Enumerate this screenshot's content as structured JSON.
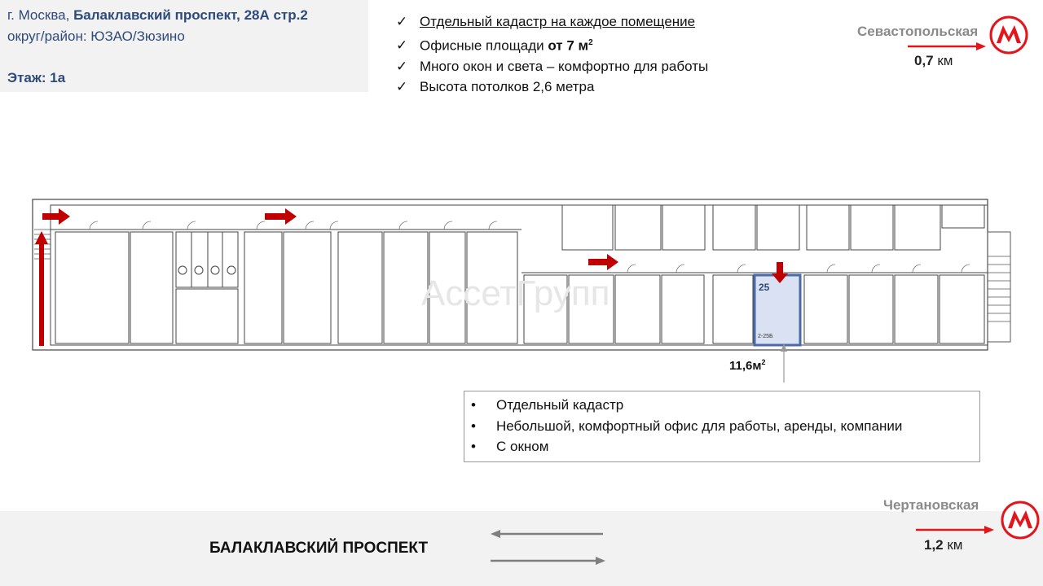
{
  "address": {
    "city": "г. Москва, ",
    "street": "Балаклавский проспект, 28А стр.2",
    "district": "округ/район: ЮЗАО/Зюзино",
    "floor": "Этаж: 1а"
  },
  "features": {
    "check_mark": "✓",
    "items": [
      "Отдельный кадастр на каждое помещение",
      "Офисные площади ",
      "Много окон и света – комфортно для работы",
      "Высота потолков 2,6 метра"
    ],
    "area_bold": "от 7 м",
    "sup": "2"
  },
  "metro_top": {
    "station": "Севастопольская",
    "distance": "0,7",
    "unit": " км",
    "logo_letter": "М"
  },
  "metro_bottom": {
    "station": "Чертановская",
    "distance": "1,2",
    "unit": " км",
    "logo_letter": "М"
  },
  "plan": {
    "watermark": "АссетГрупп",
    "room_number": "25",
    "room_code": "2-25Б",
    "area_value": "11,6м",
    "area_sup": "2"
  },
  "info": {
    "bullet": "•",
    "items": [
      "Отдельный кадастр",
      "Небольшой, комфортный офис для работы, аренды, компании",
      "С окном"
    ]
  },
  "road": {
    "name": "БАЛАКЛАВСКИЙ ПРОСПЕКТ"
  },
  "colors": {
    "accent_red": "#c00000",
    "metro_red": "#e3151a",
    "highlight": "#d9e1f2",
    "highlight_border": "#4a6aa8",
    "text_blue": "#2e4a7a"
  }
}
